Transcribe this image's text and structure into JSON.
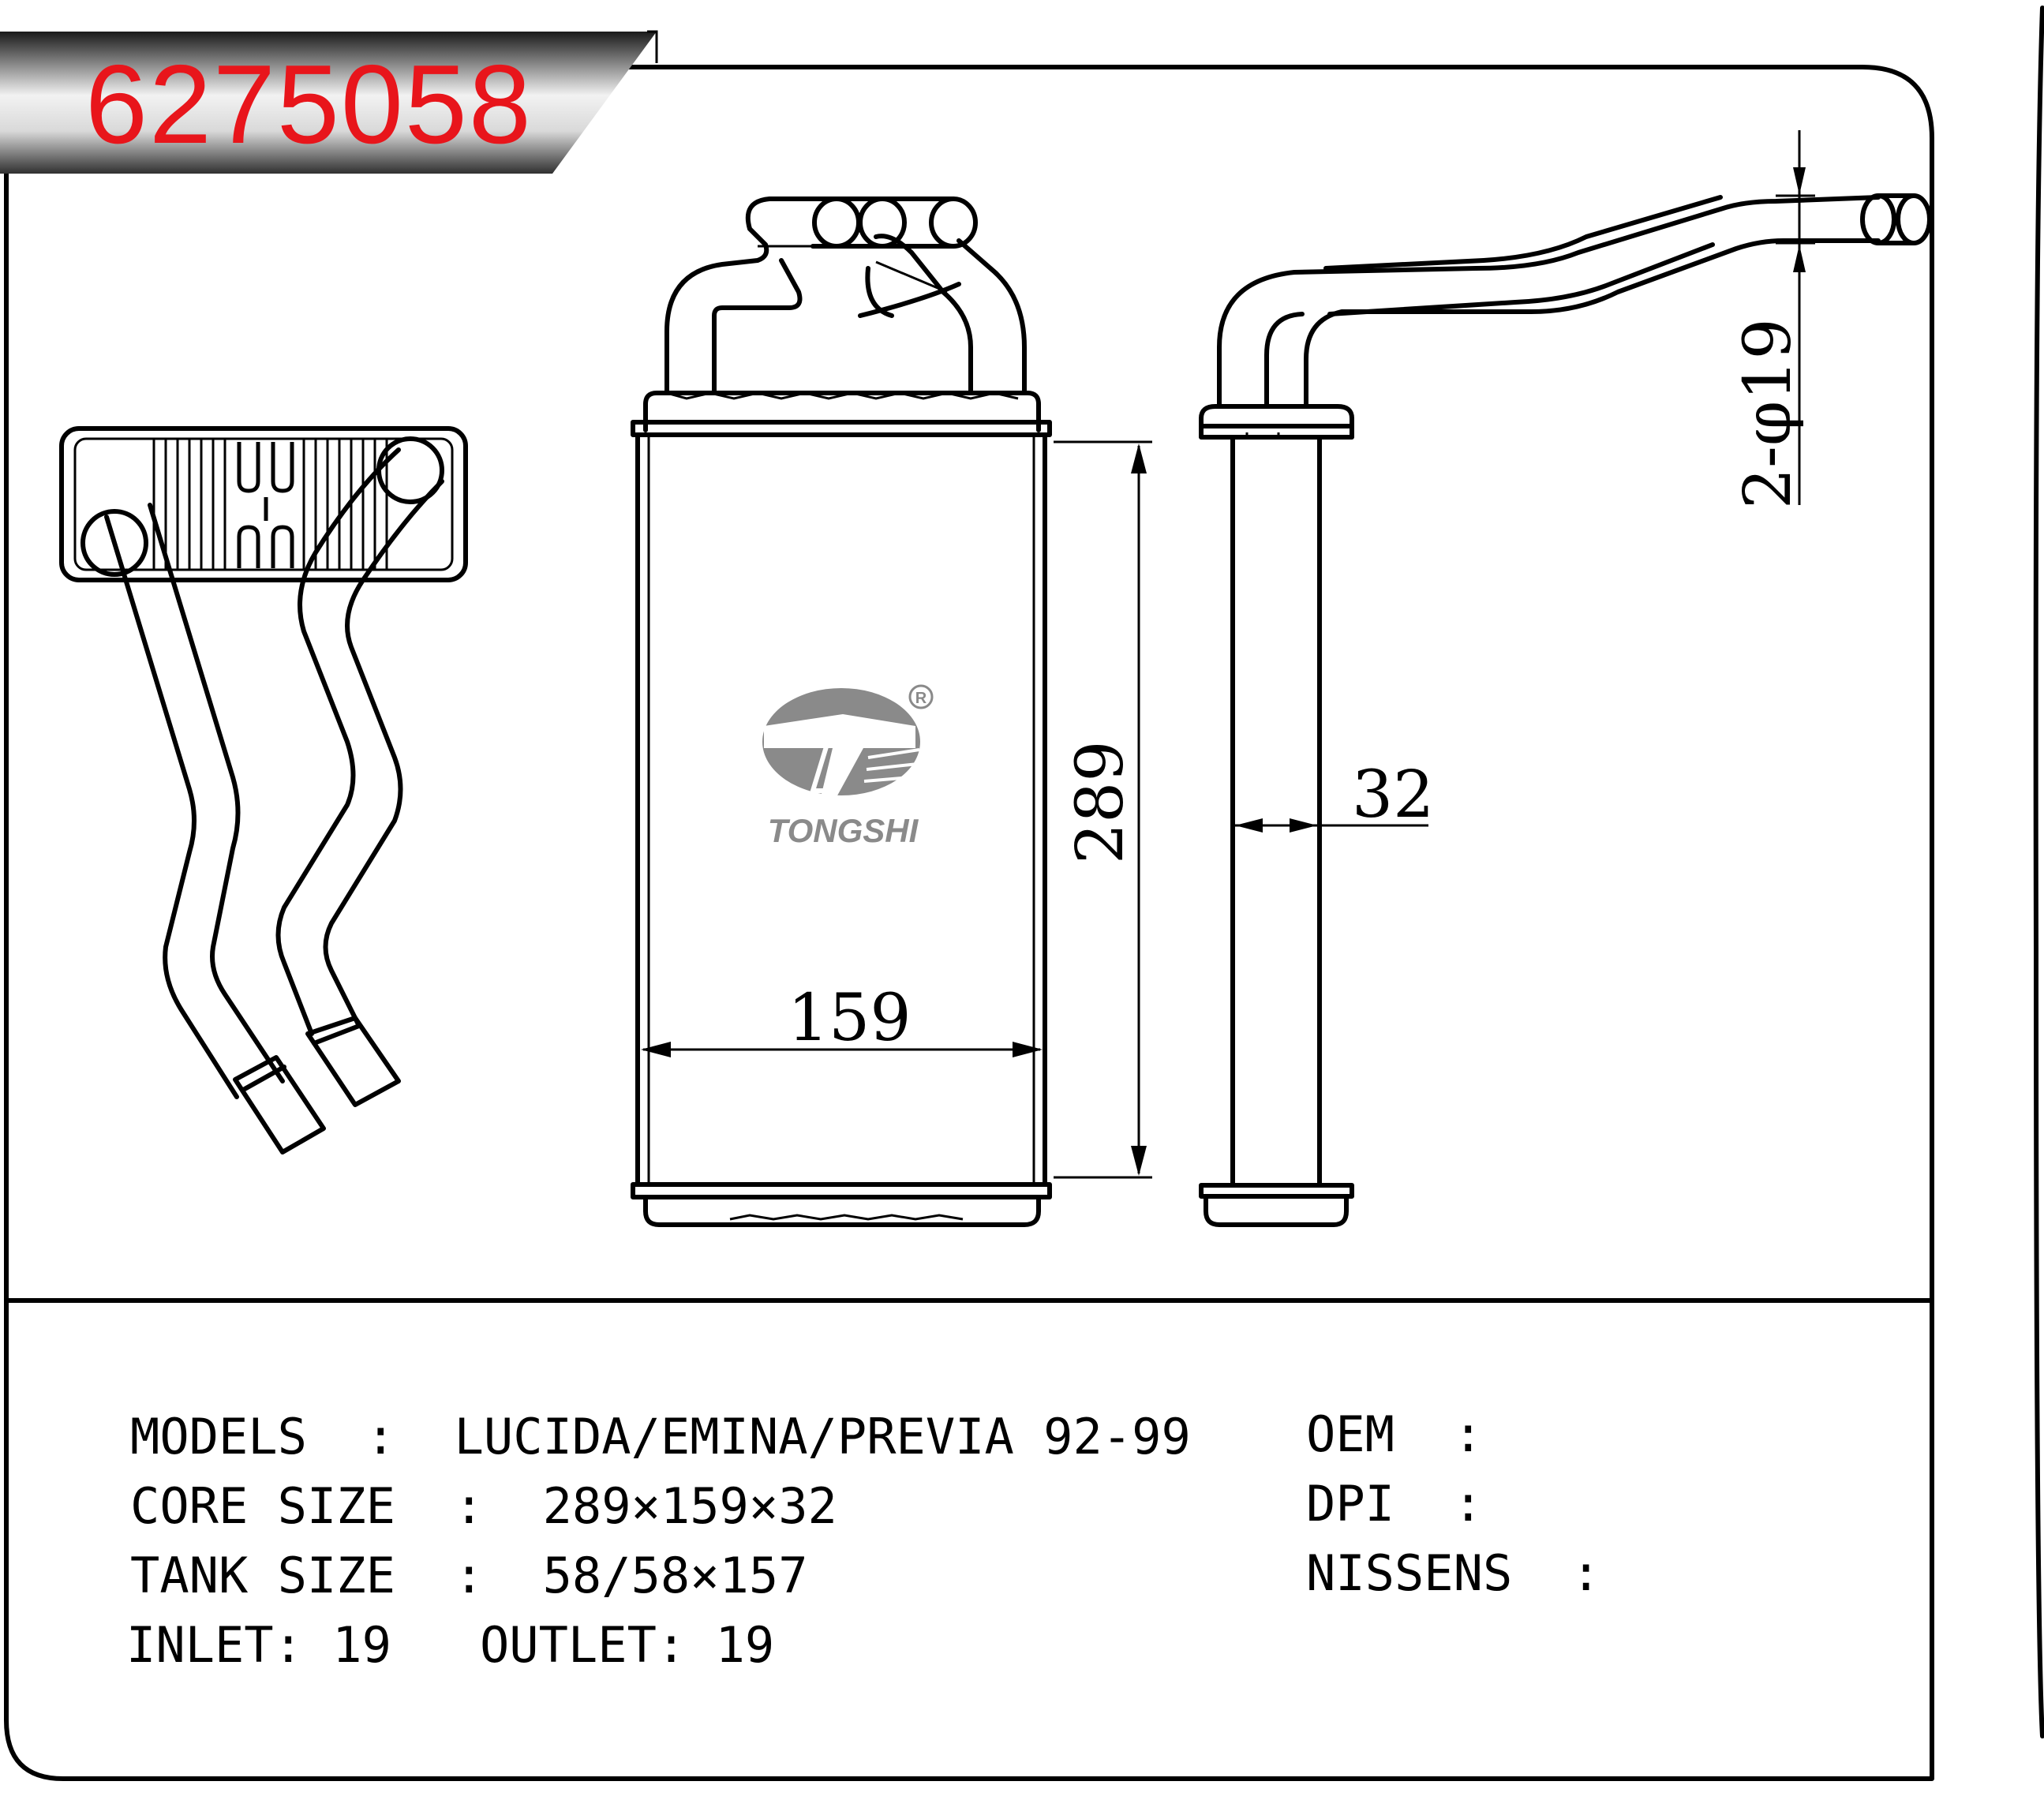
{
  "part_number": "6275058",
  "brand": {
    "name": "TONGSHI",
    "registered_mark": "R"
  },
  "dimensions": {
    "height": "289",
    "width": "159",
    "depth": "32",
    "pipe": "2-φ19"
  },
  "specs": {
    "models": {
      "label": "MODELS",
      "sep": ":",
      "value": "LUCIDA/EMINA/PREVIA 92-99"
    },
    "core_size": {
      "label": "CORE SIZE",
      "sep": ":",
      "value": "289×159×32"
    },
    "tank_size": {
      "label": "TANK SIZE",
      "sep": ":",
      "value": "58/58×157"
    },
    "inlet": {
      "label": "INLET:",
      "value": "19"
    },
    "outlet": {
      "label": "OUTLET:",
      "value": "19"
    },
    "oem": {
      "label": "OEM",
      "sep": ":",
      "value": ""
    },
    "dpi": {
      "label": "DPI",
      "sep": ":",
      "value": ""
    },
    "nissens": {
      "label": "NISSENS",
      "sep": ":",
      "value": ""
    }
  },
  "colors": {
    "part_number": "#e8151b",
    "logo": "#8a8a8a",
    "banner_dark": "#1a1a1a",
    "banner_light": "#f2f2f2"
  }
}
